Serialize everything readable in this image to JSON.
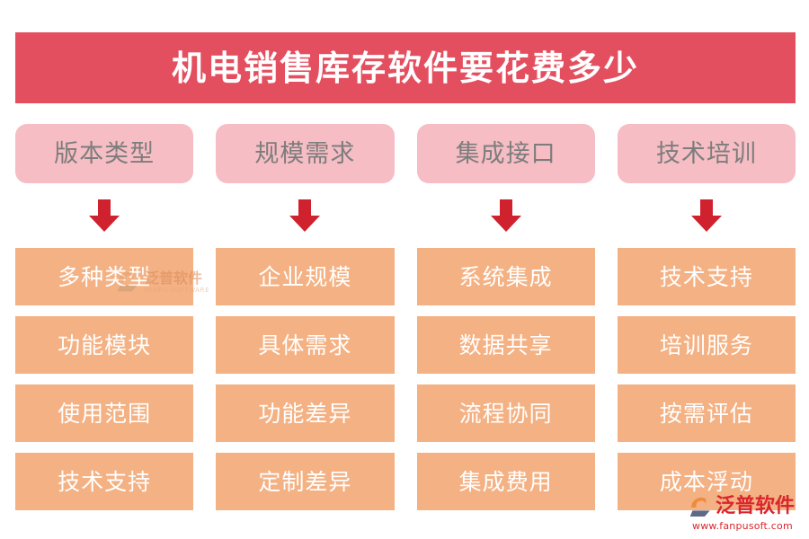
{
  "banner": {
    "title": "机电销售库存软件要花费多少",
    "background_color": "#e44f60",
    "text_color": "#ffffff"
  },
  "theme": {
    "header_box_color": "#f6bdc4",
    "header_text_color": "#7d7d7d",
    "item_box_color": "#f4b183",
    "item_text_color": "#ffffff",
    "arrow_color": "#d0222e",
    "page_background": "#ffffff"
  },
  "columns": [
    {
      "header": "版本类型",
      "arrow_icon": "arrow-down-icon",
      "items": [
        "多种类型",
        "功能模块",
        "使用范围",
        "技术支持"
      ]
    },
    {
      "header": "规模需求",
      "arrow_icon": "arrow-down-icon",
      "items": [
        "企业规模",
        "具体需求",
        "功能差异",
        "定制差异"
      ]
    },
    {
      "header": "集成接口",
      "arrow_icon": "arrow-down-icon",
      "items": [
        "系统集成",
        "数据共享",
        "流程协同",
        "集成费用"
      ]
    },
    {
      "header": "技术培训",
      "arrow_icon": "arrow-down-icon",
      "items": [
        "技术支持",
        "培训服务",
        "按需评估",
        "成本浮动"
      ]
    }
  ],
  "watermark": {
    "name": "泛普软件",
    "subtitle": "FANPU SOFTWARE",
    "mark_icon": "fanpu-logo-icon"
  },
  "brand_logo": {
    "name": "泛普软件",
    "url": "www.fanpusoft.com",
    "mark_icon": "fanpu-logo-icon",
    "color": "#d9262e"
  }
}
